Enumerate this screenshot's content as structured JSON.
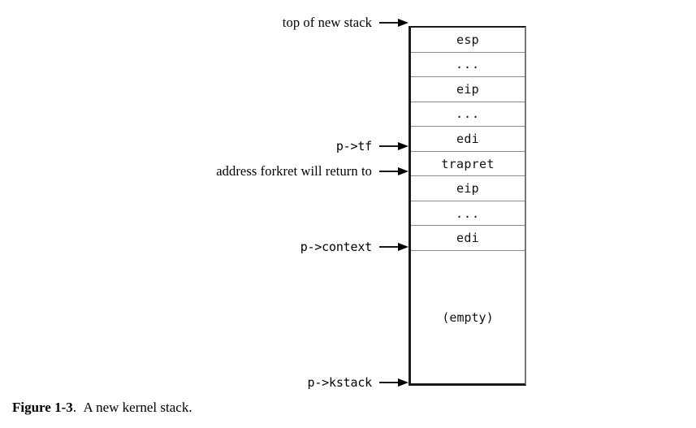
{
  "figure": {
    "caption_label": "Figure 1-3",
    "caption_separator": ".",
    "caption_text": "A new kernel stack."
  },
  "stack": {
    "rows": [
      {
        "label": "esp"
      },
      {
        "label": "..."
      },
      {
        "label": "eip"
      },
      {
        "label": "..."
      },
      {
        "label": "edi"
      },
      {
        "label": "trapret"
      },
      {
        "label": "eip"
      },
      {
        "label": "..."
      },
      {
        "label": "edi"
      }
    ],
    "empty_label": "(empty)"
  },
  "annotations": [
    {
      "label": "top of new stack",
      "style": "serif"
    },
    {
      "label": "p->tf",
      "style": "mono"
    },
    {
      "label": "address forkret will return to",
      "style": "serif"
    },
    {
      "label": "p->context",
      "style": "mono"
    },
    {
      "label": "p->kstack",
      "style": "mono"
    }
  ],
  "colors": {
    "background": "#ffffff",
    "ink": "#000000",
    "divider": "#8a8a8a",
    "box_border": "#1a1a1a"
  }
}
